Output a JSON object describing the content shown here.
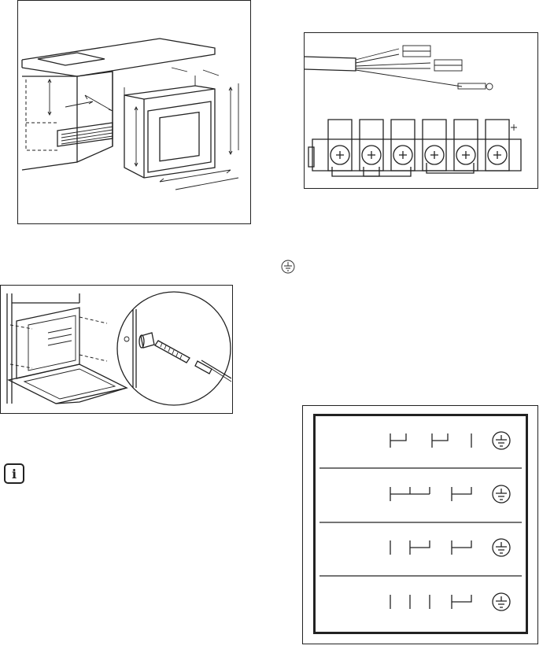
{
  "figures": {
    "installation_dimensions": {
      "icon": "oven-cabinet-dimensions-drawing"
    },
    "cable_terminal_block": {
      "icon": "cable-and-terminal-block-drawing"
    },
    "oven_fixing_screw": {
      "icon": "oven-door-fixing-screw-drawing"
    },
    "connection_schemes": {
      "icon": "terminal-bridge-schemes-table",
      "rows": 4
    }
  },
  "earth_symbol": {
    "icon": "earth-ground-icon"
  },
  "info_icon": {
    "icon": "information-i-icon",
    "glyph": "i"
  }
}
